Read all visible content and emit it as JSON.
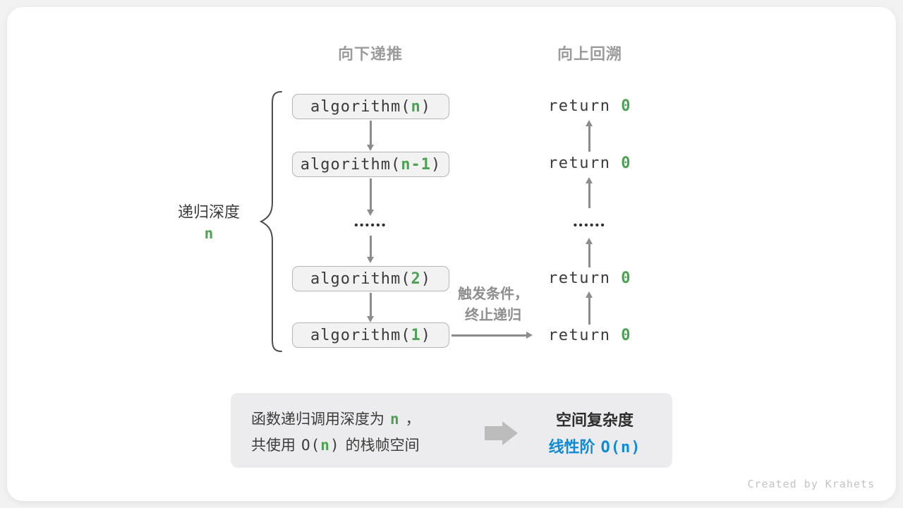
{
  "headers": {
    "recurse_down": "向下递推",
    "backtrack_up": "向上回溯"
  },
  "depth": {
    "label": "递归深度",
    "var": "n"
  },
  "call_boxes": [
    {
      "fn": "algorithm(",
      "arg": "n",
      "close": ")"
    },
    {
      "fn": "algorithm(",
      "arg": "n-1",
      "close": ")"
    },
    {
      "fn": "algorithm(",
      "arg": "2",
      "close": ")"
    },
    {
      "fn": "algorithm(",
      "arg": "1",
      "close": ")"
    }
  ],
  "ellipsis": "••••••",
  "returns": [
    {
      "kw": "return ",
      "val": "0"
    },
    {
      "kw": "return ",
      "val": "0"
    },
    {
      "kw": "return ",
      "val": "0"
    },
    {
      "kw": "return ",
      "val": "0"
    }
  ],
  "trigger": {
    "line1": "触发条件，",
    "line2": "终止递归"
  },
  "summary": {
    "line1_text": "函数递归调用深度为",
    "line1_var": "n",
    "line1_punct": "，",
    "line2_pre": "共使用",
    "line2_open": "O(",
    "line2_var": "n",
    "line2_close": ")",
    "line2_post": "的栈帧空间",
    "title": "空间复杂度",
    "result_text": "线性阶",
    "result_open": "O(",
    "result_var": "n",
    "result_close": ")"
  },
  "credit": "Created by Krahets",
  "colors": {
    "green": "#4ca153",
    "blue": "#0e8bd9",
    "arrow_gray": "#8c8c8c",
    "header_gray": "#9b9b9b",
    "box_fill": "#f2f2f3",
    "box_border": "#b5b5b7",
    "summary_fill": "#ececee"
  }
}
